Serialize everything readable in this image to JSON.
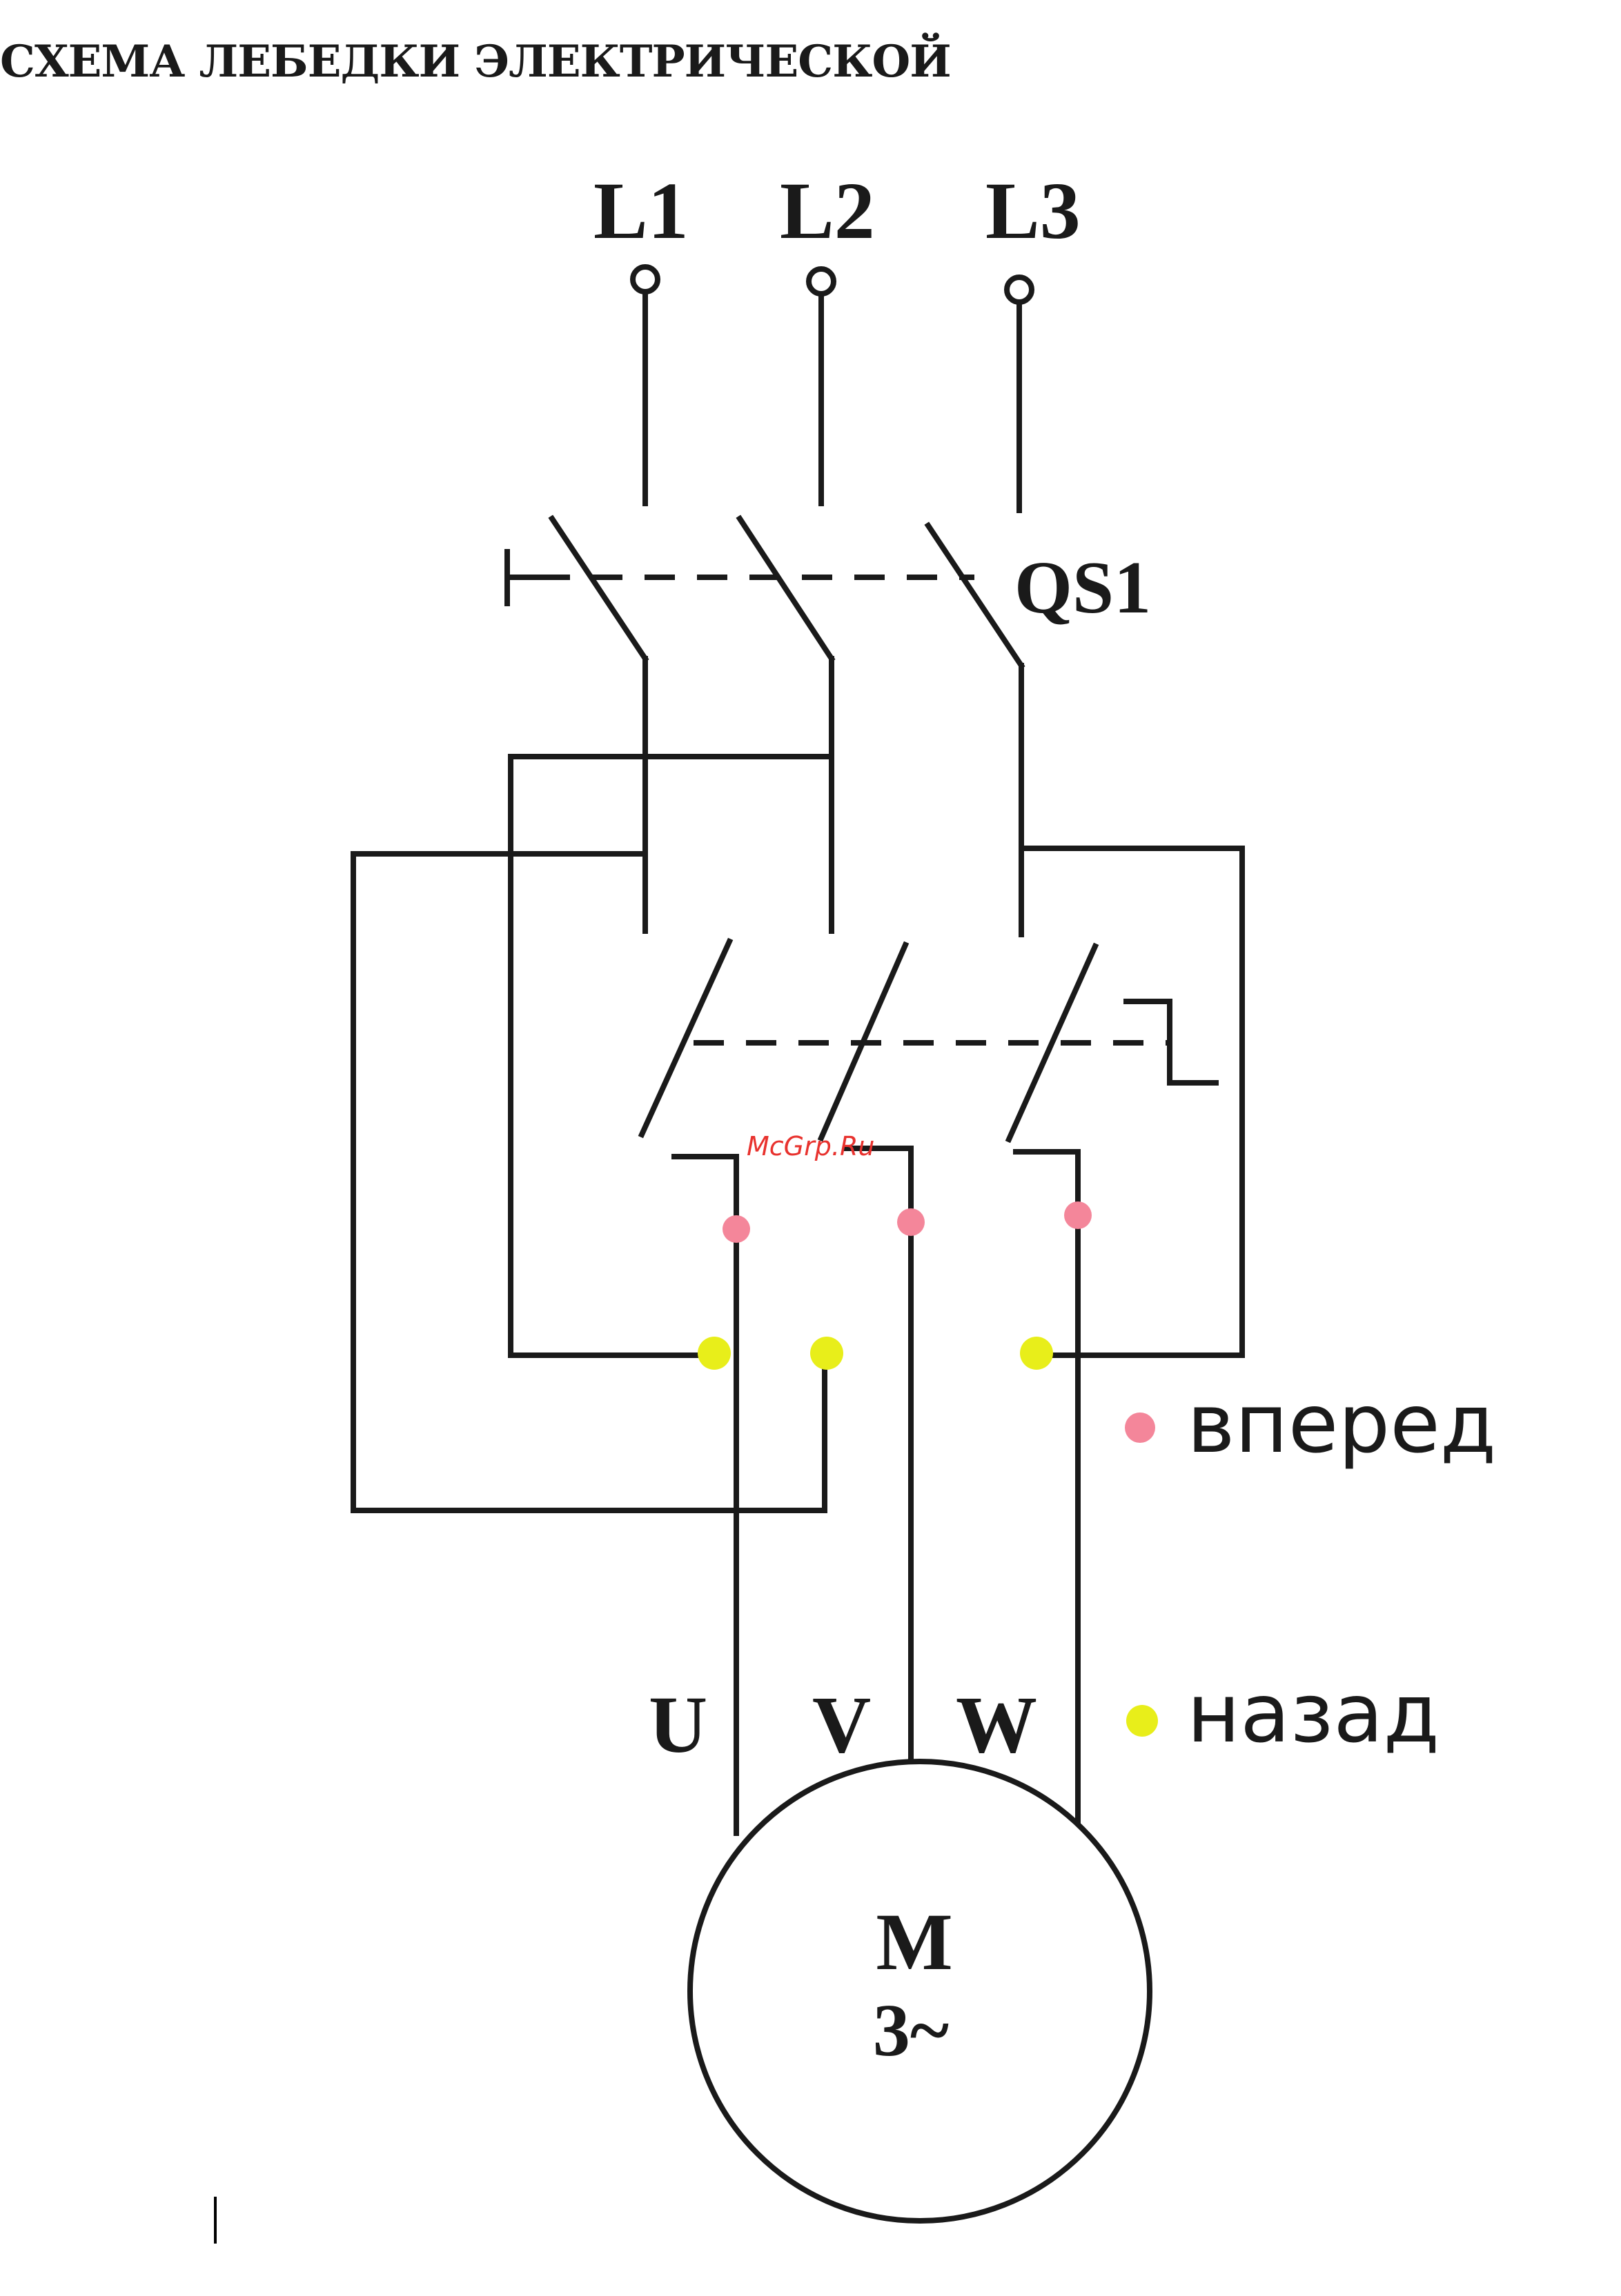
{
  "title": "СХЕМА ЛЕБЕДКИ ЭЛЕКТРИЧЕСКОЙ",
  "watermark": "McGrp.Ru",
  "phases": [
    "L1",
    "L2",
    "L3"
  ],
  "switch_label": "QS1",
  "motor_terminals": [
    "U",
    "V",
    "W"
  ],
  "motor": {
    "label": "M",
    "sub": "3~"
  },
  "legend": [
    {
      "label": "вперед",
      "color": "#f4869a"
    },
    {
      "label": "назад",
      "color": "#e8ee1a"
    }
  ],
  "colors": {
    "line": "#1a1a1a",
    "watermark": "#e8322e"
  }
}
